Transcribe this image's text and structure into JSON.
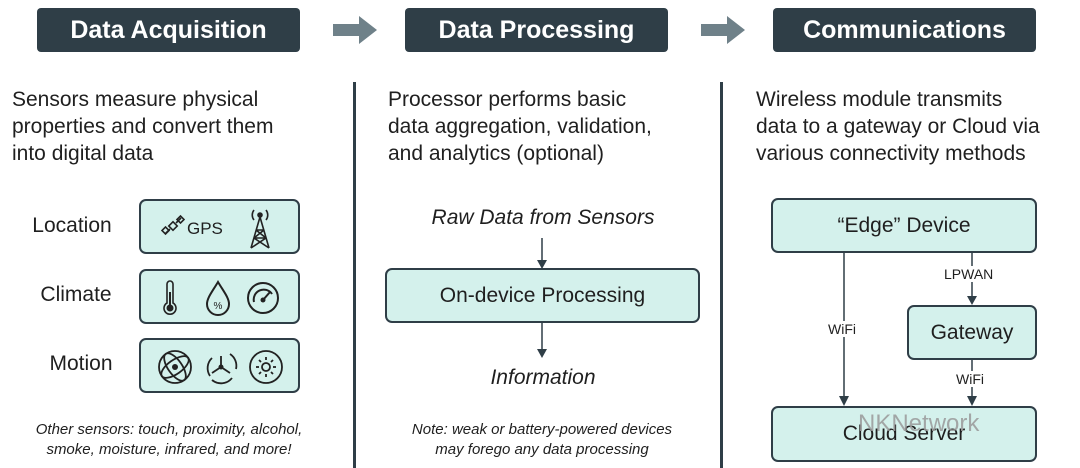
{
  "headers": {
    "acquisition": "Data Acquisition",
    "processing": "Data Processing",
    "communications": "Communications"
  },
  "acquisition": {
    "description": [
      "Sensors measure physical",
      "properties and convert them",
      "into digital data"
    ],
    "rows": [
      {
        "label": "Location",
        "icons": [
          "satellite-icon",
          "gps-text",
          "cell-tower-icon"
        ],
        "gps": "GPS"
      },
      {
        "label": "Climate",
        "icons": [
          "thermometer-icon",
          "humidity-drop-icon",
          "pressure-gauge-icon"
        ],
        "humidity_symbol": "%"
      },
      {
        "label": "Motion",
        "icons": [
          "gyroscope-icon",
          "accelerometer-icon",
          "light-sensor-icon"
        ]
      }
    ],
    "note": [
      "Other sensors: touch, proximity, alcohol,",
      "smoke, moisture, infrared, and more!"
    ]
  },
  "processing": {
    "description": [
      "Processor performs basic",
      "data aggregation, validation,",
      "and analytics (optional)"
    ],
    "input": "Raw Data from Sensors",
    "box": "On-device Processing",
    "output": "Information",
    "note": [
      "Note: weak or battery-powered devices",
      "may forego any data processing"
    ]
  },
  "communications": {
    "description": [
      "Wireless module transmits",
      "data to a gateway or Cloud via",
      "various connectivity methods"
    ],
    "edge_device": "“Edge” Device",
    "gateway": "Gateway",
    "cloud_server": "Cloud Server",
    "lpwan": "LPWAN",
    "wifi_left": "WiFi",
    "wifi_right": "WiFi"
  },
  "watermark": "NKNetwork",
  "colors": {
    "header_bg": "#2f3e47",
    "box_fill": "#d4f1ec",
    "arrow": "#6f8189"
  }
}
